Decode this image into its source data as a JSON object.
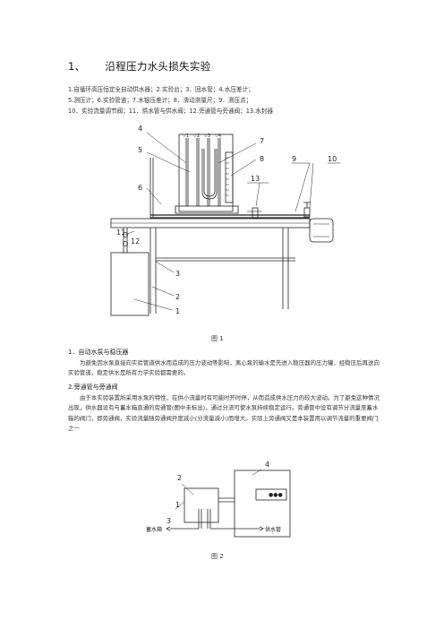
{
  "title": {
    "number": "1、",
    "text": "沿程压力水头损失实验"
  },
  "legend_lines": [
    "1.自循环高压恒定全自动供水器；2.实验台；3．回水管；4.水压差计；",
    "5.测压计；6.实验管道；7.水银压差计；8．滑动测量尺；9．测压点；",
    "10．实验流量调节阀；11．供水管与供水阀；12.旁通管与旁通阀；13.水封器"
  ],
  "figure1": {
    "caption": "图 1",
    "callouts": [
      "1",
      "2",
      "3",
      "4",
      "5",
      "6",
      "7",
      "8",
      "9",
      "10",
      "11",
      "12",
      "13"
    ],
    "tube_labels": [
      "▽1",
      "▽2",
      "▽3",
      "▽4"
    ]
  },
  "sections": [
    {
      "heading": "1．自动水泵与稳压器",
      "body": "为避免因水泵直接向实验管道供水而造成的压力波动等影响，离心泵的输水是先进入稳压器的压力罐，经稳压后再送向实验管道，稳定供水是所有力学实验都需要的。"
    },
    {
      "heading": "2.旁通管与旁通阀",
      "body": "由于本实验装置所采用水泵的特性，在供小流量时有可能时开时停，从而造成供水压力的较大波动。为了避免这种情况出现，供水器设有与蓄水箱直通的旁通管(图中未标出)，通过分流可使水泵持续稳定运行。旁通管中设有调节分流量至蓄水箱的阀门，即旁通阀，实验流量随旁通阀开度减小(分流量减小)而增大。实际上旁通阀又是本装置用以调节流量的重要阀门之一"
    }
  ],
  "figure2": {
    "caption": "图 2",
    "callouts": [
      "1",
      "2",
      "3",
      "4"
    ],
    "left_label": "蓄水箱",
    "right_label": "供水管",
    "gauge_label": "●●●"
  }
}
